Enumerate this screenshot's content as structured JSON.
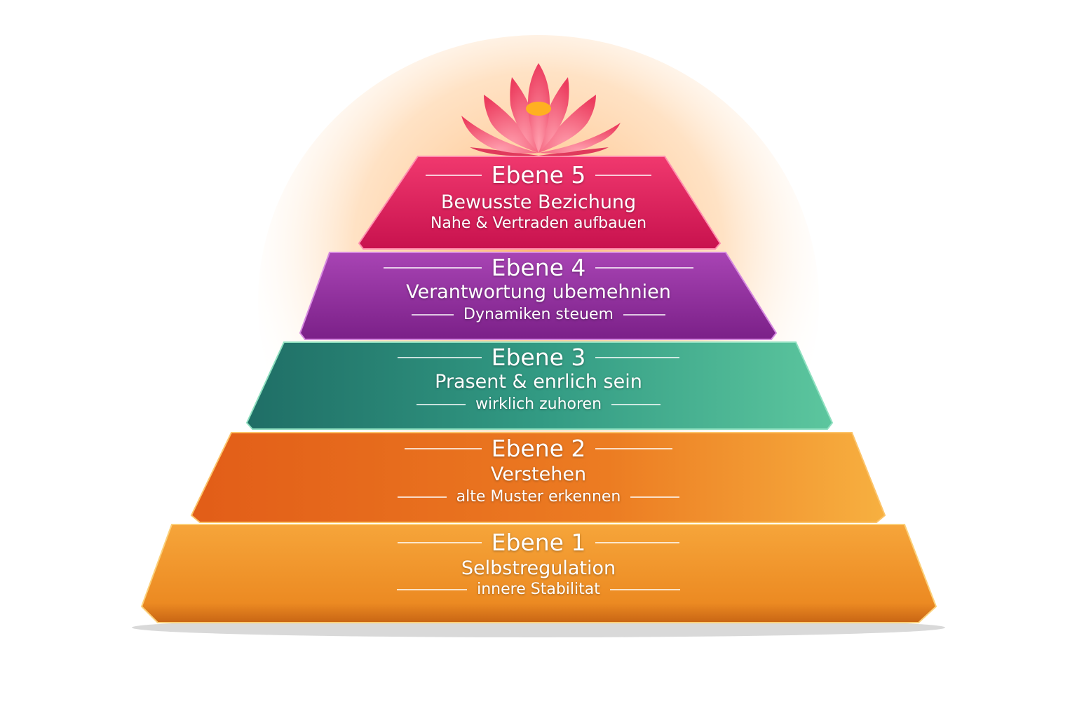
{
  "diagram": {
    "type": "pyramid",
    "top_icon": "lotus-icon",
    "levels": [
      {
        "title": "Ebene 5",
        "subtitle": "Bewusste Bezichung",
        "note": "Nahe & Vertraden aufbauen",
        "color": "#e0245e"
      },
      {
        "title": "Ebene 4",
        "subtitle": "Verantwortung ubemehnien",
        "note": "Dynamiken steuem",
        "color": "#8e2c9a"
      },
      {
        "title": "Ebene 3",
        "subtitle": "Prasent & enrlich sein",
        "note": "wirklich zuhoren",
        "color": "#2e8f7c"
      },
      {
        "title": "Ebene 2",
        "subtitle": "Verstehen",
        "note": "alte Muster erkennen",
        "color": "#e8701e"
      },
      {
        "title": "Ebene 1",
        "subtitle": "Selbstregulation",
        "note": "innere Stabilitat",
        "color": "#f0962a"
      }
    ]
  }
}
